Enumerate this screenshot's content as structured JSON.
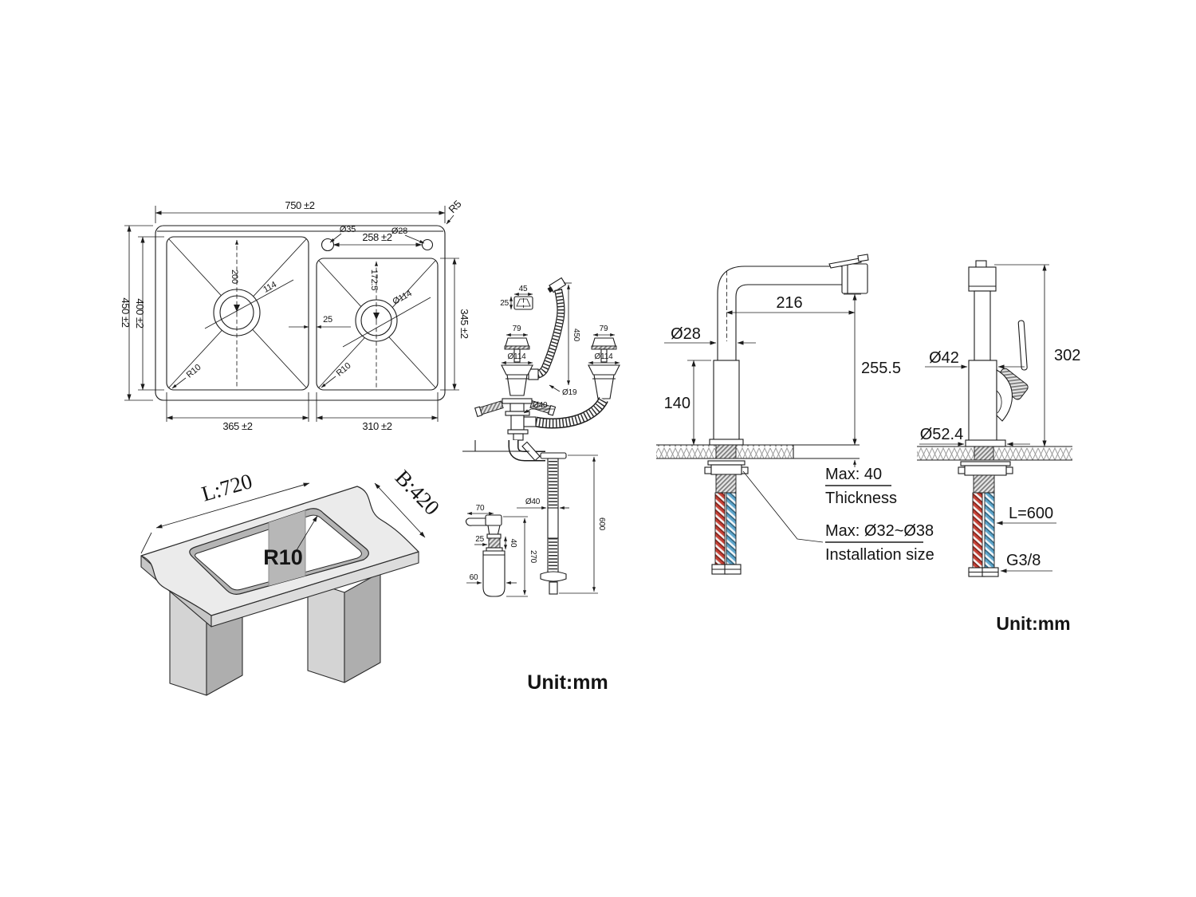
{
  "colors": {
    "line": "#1b1b1b",
    "counter_top_gray": "#ebebeb",
    "counter_edge_gray": "#cfcfcf",
    "leg_front_gray": "#d4d4d4",
    "leg_side_gray": "#aeaeae",
    "cutout_rim_gray": "#b5b5b5",
    "hose_hot_red": "#c84237",
    "hose_cold_blue": "#5fa7cd",
    "thread_gray": "#7d7d7d"
  },
  "sink_top_view": {
    "overall_width": "750 ±2",
    "corner_radius": "R5",
    "faucet_hole_left_dia": "Ø35",
    "faucet_hole_right_dia": "Ø28",
    "faucet_hole_spacing": "258 ±2",
    "overall_depth": "450 ±2",
    "bowl_depth_left": "400 ±2",
    "bowl_depth_right": "345 ±2",
    "left_bowl": {
      "drain_offset": "200",
      "drain_dia": "114",
      "corner_radius": "R10",
      "width": "365 ±2"
    },
    "right_bowl": {
      "drain_offset": "172.5",
      "drain_dia": "Ø114",
      "corner_radius": "R10",
      "width": "310 ±2"
    },
    "divider_width": "25"
  },
  "cutout_view": {
    "length": "L:720",
    "breadth": "B:420",
    "corner_radius": "R10"
  },
  "drain_assembly": {
    "overflow_outlet_width": "45",
    "overflow_outlet_height": "25",
    "overflow_hose_length": "450",
    "left_strainer_top_width": "79",
    "left_strainer_flange_dia": "Ø114",
    "right_strainer_top_width": "79",
    "right_strainer_flange_dia": "Ø114",
    "overflow_hose_dia": "Ø19",
    "valve_dia": "Ø40",
    "dispenser_spout_len": "70",
    "dispenser_thread_dia": "25",
    "dispenser_thread_len": "40",
    "dispenser_height": "270",
    "dispenser_bottle_dia": "60",
    "outlet_pipe_dia": "Ø40",
    "outlet_pipe_length": "600",
    "unit_label": "Unit:mm"
  },
  "faucet_pullout": {
    "spout_pipe_dia": "Ø28",
    "spout_reach": "216",
    "spout_height": "255.5",
    "body_height": "140",
    "thickness_value": "Max: 40",
    "thickness_label": "Thickness",
    "install_value": "Max: Ø32~Ø38",
    "install_label": "Installation size"
  },
  "faucet_bar": {
    "body_dia": "Ø42",
    "total_height": "302",
    "base_dia": "Ø52.4",
    "hose_length": "L=600",
    "thread_size": "G3/8",
    "unit_label": "Unit:mm"
  }
}
